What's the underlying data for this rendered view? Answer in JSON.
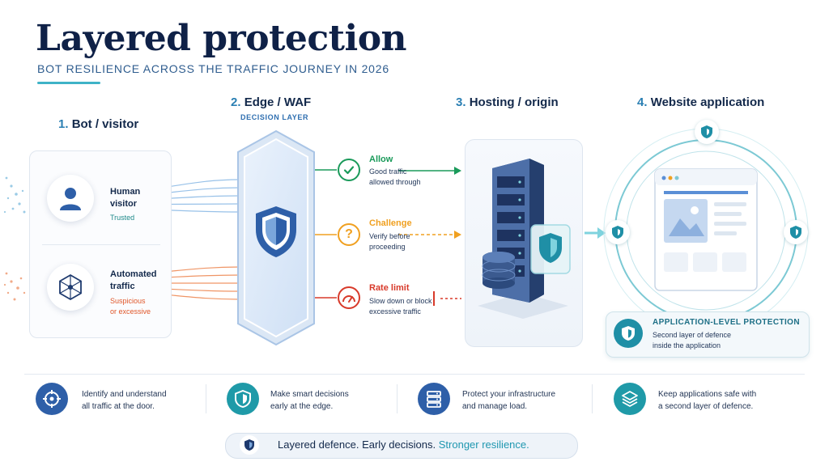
{
  "header": {
    "title": "Layered protection",
    "subtitle": "BOT RESILIENCE ACROSS THE TRAFFIC JOURNEY IN 2026"
  },
  "steps": [
    {
      "num": "1.",
      "label": "Bot / visitor"
    },
    {
      "num": "2.",
      "label": "Edge / WAF",
      "sub": "DECISION LAYER"
    },
    {
      "num": "3.",
      "label": "Hosting / origin"
    },
    {
      "num": "4.",
      "label": "Website application"
    }
  ],
  "visitors": [
    {
      "label_line1": "Human",
      "label_line2": "visitor",
      "note": "Trusted",
      "note_color": "#1f8a8a",
      "icon": "person-icon"
    },
    {
      "label_line1": "Automated",
      "label_line2": "traffic",
      "note_line1": "Suspicious",
      "note_line2": "or excessive",
      "note_color": "#e0572a",
      "icon": "network-hexagon-icon"
    }
  ],
  "decisions": [
    {
      "title": "Allow",
      "desc_line1": "Good traffic",
      "desc_line2": "allowed through",
      "color": "#1a9a5a",
      "icon": "check-icon"
    },
    {
      "title": "Challenge",
      "desc_line1": "Verify before",
      "desc_line2": "proceeding",
      "color": "#f0a020",
      "icon": "question-icon"
    },
    {
      "title": "Rate limit",
      "desc_line1": "Slow down or block",
      "desc_line2": "excessive traffic",
      "color": "#d83a2a",
      "icon": "gauge-icon"
    }
  ],
  "app_protection": {
    "title": "APPLICATION-LEVEL PROTECTION",
    "line1": "Second layer of defence",
    "line2": "inside the application"
  },
  "benefits": [
    {
      "line1": "Identify and understand",
      "line2": "all traffic at the door.",
      "icon": "target-icon",
      "color": "#2e5fa8"
    },
    {
      "line1": "Make smart decisions",
      "line2": "early at the edge.",
      "icon": "shield-icon",
      "color": "#1f9aa8"
    },
    {
      "line1": "Protect your infrastructure",
      "line2": "and manage load.",
      "icon": "server-icon",
      "color": "#2e5fa8"
    },
    {
      "line1": "Keep applications safe with",
      "line2": "a second layer of defence.",
      "icon": "layers-icon",
      "color": "#1f9aa8"
    }
  ],
  "tagline": {
    "part1": "Layered defence. Early decisions.",
    "part2": "Stronger resilience."
  },
  "colors": {
    "navy": "#0f2147",
    "teal": "#1f9aa8",
    "blue": "#2e5fa8",
    "allow": "#1a9a5a",
    "challenge": "#f0a020",
    "rate_limit": "#d83a2a"
  }
}
